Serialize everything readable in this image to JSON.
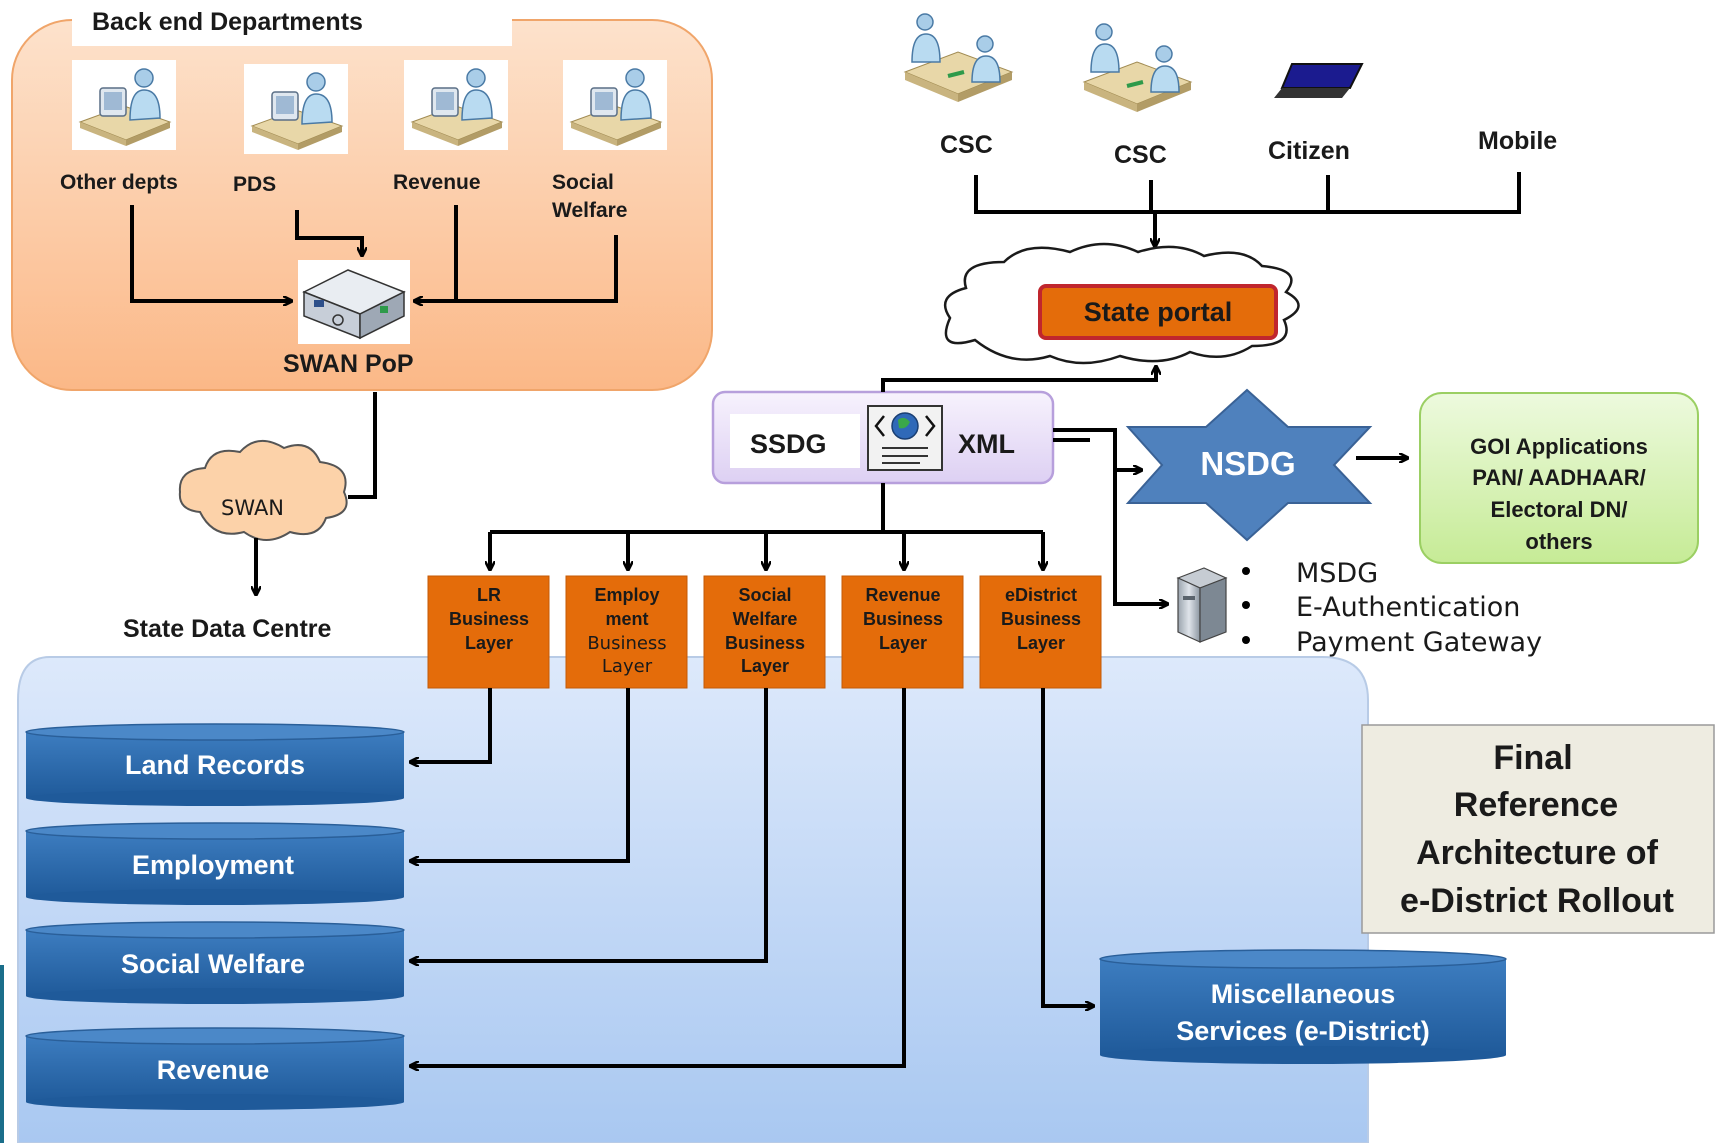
{
  "backend": {
    "title": "Back end Departments",
    "depts": [
      "Other depts",
      "PDS",
      "Revenue",
      "Social",
      "Welfare"
    ],
    "pop_label": "SWAN PoP"
  },
  "swan": {
    "cloud_label": "SWAN",
    "sdc_label": "State Data Centre"
  },
  "access": {
    "csc1": "CSC",
    "csc2": "CSC",
    "citizen": "Citizen",
    "mobile": "Mobile"
  },
  "portal": {
    "label": "State portal"
  },
  "ssdg": {
    "label": "SSDG",
    "xml": "XML"
  },
  "nsdg": {
    "label": "NSDG"
  },
  "goi": {
    "lines": [
      "GOI Applications",
      "PAN/ AADHAAR/",
      "Electoral DN/",
      "others"
    ]
  },
  "services": {
    "items": [
      "MSDG",
      "E-Authentication",
      "Payment Gateway"
    ]
  },
  "layers": [
    [
      "LR",
      "Business",
      "Layer"
    ],
    [
      "Employ",
      "ment",
      "Business",
      "Layer"
    ],
    [
      "Social",
      "Welfare",
      "Business",
      "Layer"
    ],
    [
      "Revenue",
      "Business",
      "Layer"
    ],
    [
      "eDistrict",
      "Business",
      "Layer"
    ]
  ],
  "databases": {
    "land_records": "Land Records",
    "employment": "Employment",
    "social_welfare": "Social Welfare",
    "revenue": "Revenue",
    "misc_1": "Miscellaneous",
    "misc_2": "Services (e-District)"
  },
  "caption": {
    "lines": [
      "Final",
      "Reference",
      "Architecture of",
      "e-District Rollout"
    ]
  },
  "colors": {
    "backend_fill": "#fbc59a",
    "layer_orange": "#e46c0a",
    "db_blue": "#2e6eb0",
    "nsdg_blue": "#4f81bd",
    "goi_green": "#d7f2b6",
    "ssdg_purple": "#eee6fa",
    "caption_bg": "#eeece1"
  }
}
